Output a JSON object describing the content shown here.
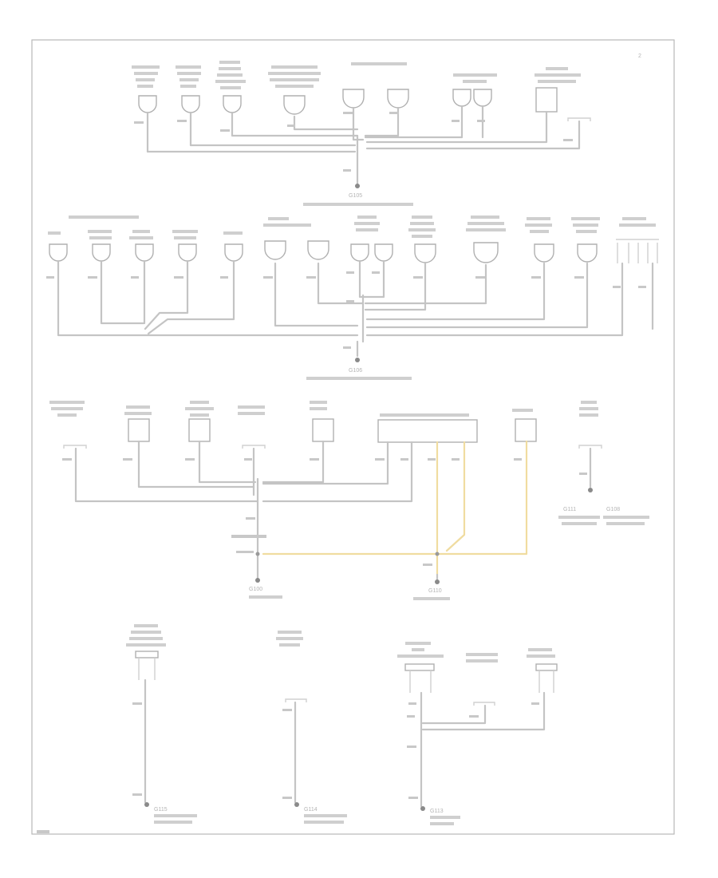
{
  "sheet": {
    "page_number": "2",
    "ground_points": [
      {
        "id": "G105"
      },
      {
        "id": "G106"
      },
      {
        "id": "G100"
      },
      {
        "id": "G110"
      },
      {
        "id": "G111"
      },
      {
        "id": "G108"
      },
      {
        "id": "G115"
      },
      {
        "id": "G114"
      },
      {
        "id": "G113"
      }
    ]
  }
}
